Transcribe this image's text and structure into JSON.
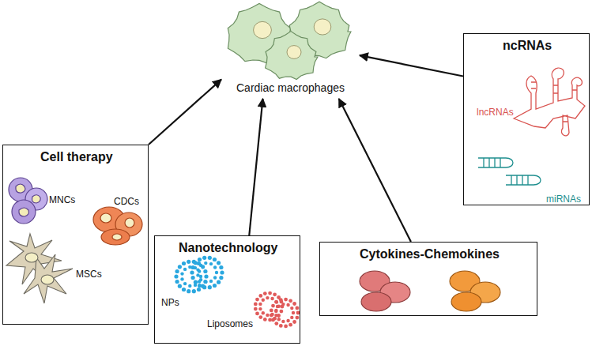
{
  "diagram": {
    "nodes": [
      {
        "text": [
          "Cardiac macrophages"
        ]
      },
      {
        "text": [
          "Cell therapy",
          "MNCs",
          "CDCs",
          "MSCs"
        ]
      },
      {
        "text": [
          "Nanotechnology",
          "NPs",
          "Liposomes"
        ]
      },
      {
        "text": [
          "Cytokines-Chemokines"
        ]
      },
      {
        "text": [
          "ncRNAs",
          "lncRNAs",
          "miRNAs"
        ]
      }
    ],
    "edges": [
      {
        "from": 1,
        "to": 0,
        "arrow": "to"
      },
      {
        "from": 2,
        "to": 0,
        "arrow": "to"
      },
      {
        "from": 3,
        "to": 0,
        "arrow": "to"
      },
      {
        "from": 4,
        "to": 0,
        "arrow": "to"
      }
    ]
  }
}
